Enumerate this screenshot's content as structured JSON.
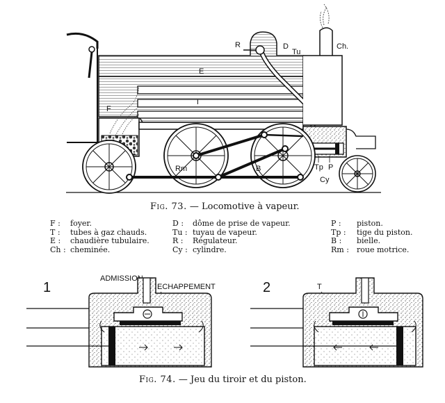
{
  "fig73": {
    "caption_no": "Fig. 73.",
    "caption_text": " — Locomotive à vapeur.",
    "labels": {
      "R": "R",
      "D": "D",
      "Tu": "Tu",
      "Ch": "Ch.",
      "E": "E",
      "T": "T",
      "F": "F",
      "Rm": "Rm",
      "B": "B",
      "Tp": "Tp",
      "P": "P",
      "Cy": "Cy"
    },
    "legend": [
      [
        {
          "key": "F :",
          "value": "foyer."
        },
        {
          "key": "T :",
          "value": "tubes à gaz chauds."
        },
        {
          "key": "E :",
          "value": "chaudière tubulaire."
        },
        {
          "key": "Ch :",
          "value": "cheminée."
        }
      ],
      [
        {
          "key": "D :",
          "value": "dôme de prise de vapeur."
        },
        {
          "key": "Tu :",
          "value": "tuyau de vapeur."
        },
        {
          "key": "R :",
          "value": "Régulateur."
        },
        {
          "key": "Cy :",
          "value": "cylindre."
        }
      ],
      [
        {
          "key": "P :",
          "value": "piston."
        },
        {
          "key": "Tp :",
          "value": "tige du piston."
        },
        {
          "key": "B :",
          "value": "bielle."
        },
        {
          "key": "Rm :",
          "value": "roue motrice."
        }
      ]
    ]
  },
  "fig74": {
    "caption_no": "Fig. 74.",
    "caption_text": " — Jeu du tiroir et du piston.",
    "panel1_number": "1",
    "panel2_number": "2",
    "admission": "ADMISSION",
    "echappement": "ECHAPPEMENT",
    "label_T": "T"
  }
}
